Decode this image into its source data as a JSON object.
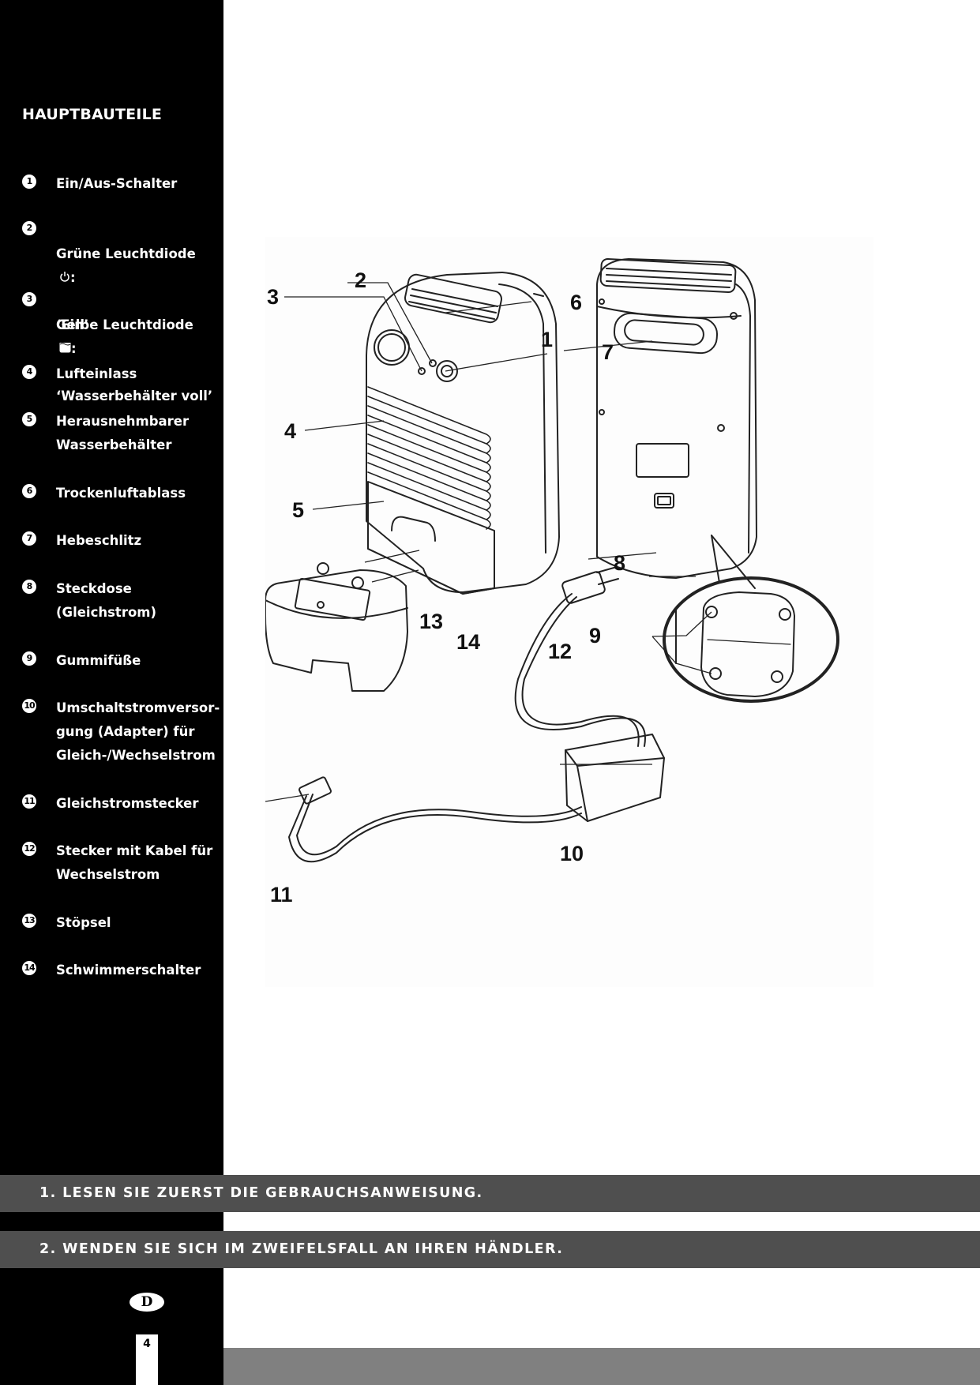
{
  "sidebar": {
    "title": "HAUPTBAUTEILE",
    "items": [
      {
        "num": "1",
        "label": "Ein/Aus-Schalter"
      },
      {
        "num": "2",
        "label": "Grüne Leuchtdiode",
        "icon": "power-icon",
        "suffix": ":",
        "label2": "‘Ein’"
      },
      {
        "num": "3",
        "label": "Gelbe Leuchtdiode",
        "icon": "water-tank-full-icon",
        "suffix": ":",
        "label2": "‘Wasserbehälter voll’"
      },
      {
        "num": "4",
        "label": "Lufteinlass"
      },
      {
        "num": "5",
        "label": "Herausnehmbarer\nWasserbehälter"
      },
      {
        "num": "6",
        "label": "Trockenluftablass"
      },
      {
        "num": "7",
        "label": "Hebeschlitz"
      },
      {
        "num": "8",
        "label": "Steckdose\n(Gleichstrom)"
      },
      {
        "num": "9",
        "label": "Gummifüße"
      },
      {
        "num": "10",
        "label": "Umschaltstromversor-\ngung (Adapter) für\nGleich-/Wechselstrom"
      },
      {
        "num": "11",
        "label": "Gleichstromstecker"
      },
      {
        "num": "12",
        "label": "Stecker mit Kabel für\nWechselstrom"
      },
      {
        "num": "13",
        "label": "Stöpsel"
      },
      {
        "num": "14",
        "label": "Schwimmerschalter"
      }
    ]
  },
  "illustration": {
    "callouts": [
      "1",
      "2",
      "3",
      "4",
      "5",
      "6",
      "7",
      "8",
      "9",
      "10",
      "11",
      "12",
      "13",
      "14"
    ]
  },
  "banners": [
    "1. LESEN SIE ZUERST DIE GEBRAUCHSANWEISUNG.",
    "2. WENDEN SIE SICH IM ZWEIFELSFALL AN IHREN HÄNDLER."
  ],
  "footer": {
    "language_badge": "D",
    "page_number": "4"
  },
  "colors": {
    "sidebar": "#000000",
    "banner": "#4f4f4f",
    "bottom_bar": "#808080"
  }
}
